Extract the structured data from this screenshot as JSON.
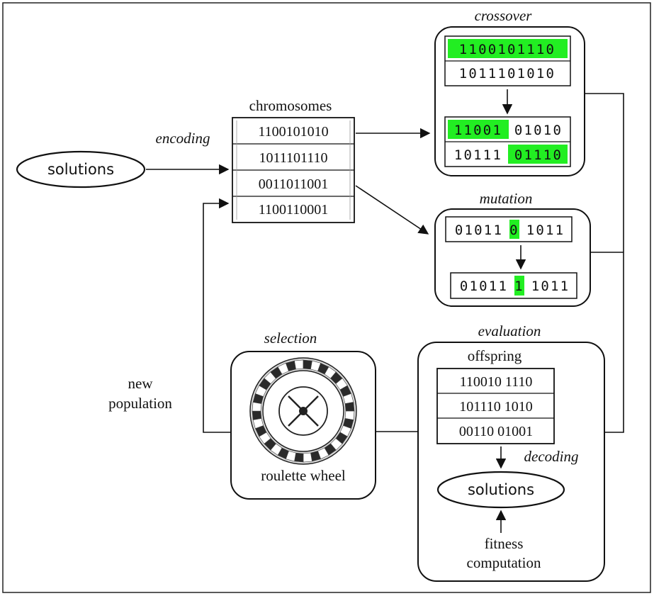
{
  "ellipse_solutions": "solutions",
  "encoding_label": "encoding",
  "chromosomes": {
    "title": "chromosomes",
    "rows": [
      "1100101010",
      "1011101110",
      "0011011001",
      "1100110001"
    ]
  },
  "crossover": {
    "title": "crossover",
    "before": [
      "1100101110",
      "1011101010"
    ],
    "after": [
      {
        "highlighted": "11001",
        "plain": "01010",
        "highlight_side": "left"
      },
      {
        "plain": "10111",
        "highlighted": "01110",
        "highlight_side": "right"
      }
    ],
    "highlight_color": "#22ee22"
  },
  "mutation": {
    "title": "mutation",
    "before": {
      "left": "01011",
      "bit": "0",
      "right": "1011"
    },
    "after": {
      "left": "01011",
      "bit": "1",
      "right": "1011"
    }
  },
  "selection": {
    "title": "selection",
    "caption": "roulette wheel",
    "icon": "roulette-wheel-icon"
  },
  "new_population": {
    "line1": "new",
    "line2": "population"
  },
  "evaluation": {
    "title": "evaluation",
    "offspring_title": "offspring",
    "offspring": [
      "110010 1110",
      "101110 1010",
      "00110 01001"
    ],
    "decoding_label": "decoding",
    "solutions_label": "solutions",
    "fitness": {
      "line1": "fitness",
      "line2": "computation"
    }
  }
}
